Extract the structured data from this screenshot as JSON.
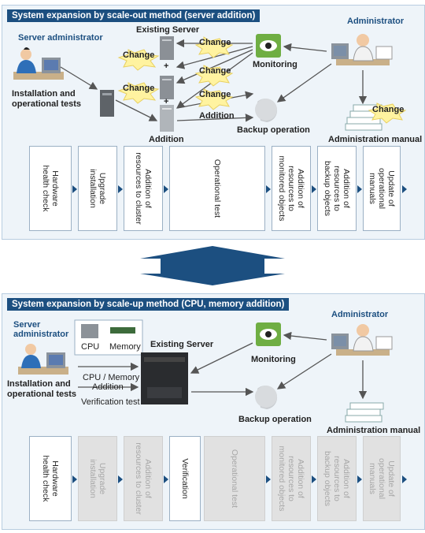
{
  "top": {
    "title": "System expansion by scale-out method (server addition)",
    "server_admin": "Server administrator",
    "install_tests": [
      "Installation and",
      "operational tests"
    ],
    "existing_server": "Existing Server",
    "addition": "Addition",
    "monitoring": "Monitoring",
    "backup": "Backup operation",
    "administrator": "Administrator",
    "admin_manual": "Administration manual",
    "change": "Change",
    "arrow_addition": "Addition",
    "plus": "+",
    "steps": [
      {
        "lines": [
          "Hardware",
          "health check"
        ],
        "dim": false
      },
      {
        "lines": [
          "Upgrade",
          "installation"
        ],
        "dim": false
      },
      {
        "lines": [
          "Addition of",
          "resources to cluster"
        ],
        "dim": false
      },
      {
        "lines": [
          "Operational test"
        ],
        "dim": false
      },
      {
        "lines": [
          "Addition of",
          "resources to",
          "monitored objects"
        ],
        "dim": false
      },
      {
        "lines": [
          "Addition of",
          "resources to",
          "backup objects"
        ],
        "dim": false
      },
      {
        "lines": [
          "Update of",
          "operational",
          "manuals"
        ],
        "dim": false
      }
    ]
  },
  "bottom": {
    "title": "System expansion by scale-up method (CPU, memory addition)",
    "server_admin": [
      "Server",
      "administrator"
    ],
    "cpu": "CPU",
    "memory": "Memory",
    "existing_server": "Existing Server",
    "install_tests": [
      "Installation and",
      "operational tests"
    ],
    "cpu_memory_addition": [
      "CPU / Memory",
      "Addition"
    ],
    "verification_test": "Verification test",
    "monitoring": "Monitoring",
    "backup": "Backup operation",
    "administrator": "Administrator",
    "admin_manual": "Administration manual",
    "steps": [
      {
        "lines": [
          "Hardware",
          "health check"
        ],
        "dim": false
      },
      {
        "lines": [
          "Upgrade",
          "installation"
        ],
        "dim": true
      },
      {
        "lines": [
          "Addition of",
          "resources to cluster"
        ],
        "dim": true
      },
      {
        "lines": [
          "Verification"
        ],
        "dim": false
      },
      {
        "lines": [
          "Operational test"
        ],
        "dim": true
      },
      {
        "lines": [
          "Addition of",
          "resources to",
          "monitored objects"
        ],
        "dim": true
      },
      {
        "lines": [
          "Addition of",
          "resources to",
          "backup objects"
        ],
        "dim": true
      },
      {
        "lines": [
          "Update of",
          "operational",
          "manuals"
        ],
        "dim": true
      }
    ]
  },
  "colors": {
    "title_bg": "#1c4f80",
    "accent_blue": "#1c4f80",
    "change_burst": "#fff3a0",
    "panel_bg": "#eef4f9"
  }
}
